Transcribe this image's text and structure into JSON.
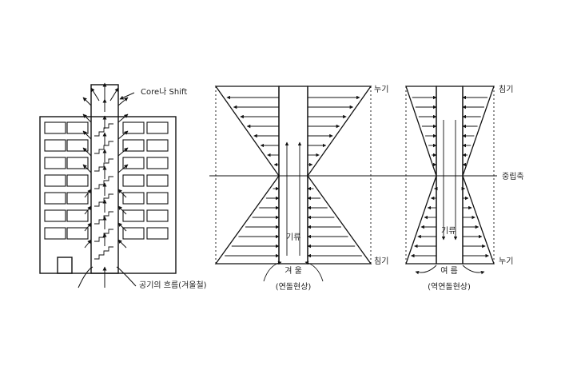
{
  "building": {
    "core_label": "Core나 Shift",
    "flow_label": "공기의 흐름(겨울철)"
  },
  "winter": {
    "top_label": "누기",
    "bottom_label": "침기",
    "core_label": "기류",
    "caption_line1": "겨  울",
    "caption_line2": "(연돌현상)"
  },
  "summer": {
    "top_label": "침기",
    "bottom_label": "누기",
    "core_label": "기류",
    "caption_line1": "여  름",
    "caption_line2": "(역연돌현상)"
  },
  "neutral_axis_label": "중립축"
}
